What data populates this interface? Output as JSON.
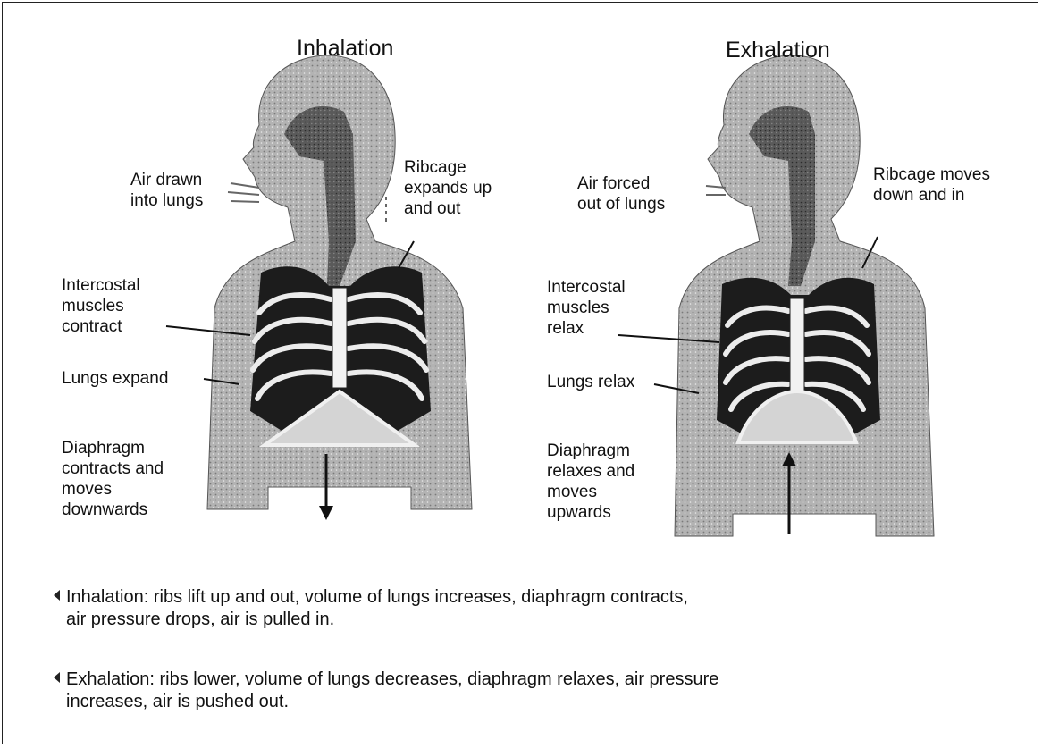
{
  "diagram": {
    "colors": {
      "body": "#a9a9a9",
      "body_dark": "#4a4a4a",
      "ribs": "#1a1a1a",
      "rib_highlight": "#e6e6e6",
      "diaphragm": "#cfcfcf",
      "line": "#111111"
    },
    "inhalation": {
      "title": "Inhalation",
      "labels": {
        "air": [
          "Air drawn",
          "into lungs"
        ],
        "ribcage": [
          "Ribcage",
          "expands up",
          "and out"
        ],
        "intercostal": [
          "Intercostal",
          "muscles",
          "contract"
        ],
        "lungs": [
          "Lungs expand"
        ],
        "diaphragm": [
          "Diaphragm",
          "contracts and",
          "moves",
          "downwards"
        ]
      },
      "diaphragm_arrow": "down"
    },
    "exhalation": {
      "title": "Exhalation",
      "labels": {
        "air": [
          "Air forced",
          "out of lungs"
        ],
        "ribcage": [
          "Ribcage moves",
          "down and in"
        ],
        "intercostal": [
          "Intercostal",
          "muscles",
          "relax"
        ],
        "lungs": [
          "Lungs relax"
        ],
        "diaphragm": [
          "Diaphragm",
          "relaxes and",
          "moves",
          "upwards"
        ]
      },
      "diaphragm_arrow": "up"
    }
  },
  "notes": [
    {
      "lines": [
        "Inhalation:  ribs lift up and out, volume of lungs increases, diaphragm contracts,",
        "air pressure drops, air is pulled in."
      ]
    },
    {
      "lines": [
        "Exhalation: ribs lower, volume of lungs decreases, diaphragm relaxes, air pressure",
        "increases, air is pushed out."
      ]
    }
  ]
}
